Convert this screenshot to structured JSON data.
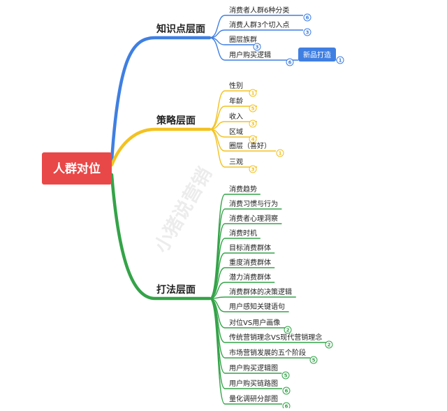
{
  "root": {
    "label": "人群对位",
    "color": "#e94848"
  },
  "watermark": "小猪说营销",
  "branches": [
    {
      "label": "知识点层面",
      "color": "#3f7fe2",
      "items": [
        {
          "label": "消费者人群6种分类",
          "badge": "6"
        },
        {
          "label": "消费人群3个切入点",
          "badge": "3"
        },
        {
          "label": "圈层族群",
          "badge": "3"
        },
        {
          "label": "用户购买逻辑",
          "badge": "6",
          "tag": {
            "label": "新品打造",
            "badge": "1"
          }
        }
      ]
    },
    {
      "label": "策略层面",
      "color": "#f3c220",
      "items": [
        {
          "label": "性别",
          "badge": "1"
        },
        {
          "label": "年龄",
          "badge": "5"
        },
        {
          "label": "收入",
          "badge": "3"
        },
        {
          "label": "区域",
          "badge": "4"
        },
        {
          "label": "圈层（喜好）",
          "badge": "1"
        },
        {
          "label": "三观",
          "badge": "3"
        }
      ]
    },
    {
      "label": "打法层面",
      "color": "#34a348",
      "items": [
        {
          "label": "消费趋势",
          "badge": ""
        },
        {
          "label": "消费习惯与行为",
          "badge": ""
        },
        {
          "label": "消费者心理洞察",
          "badge": ""
        },
        {
          "label": "消费时机",
          "badge": ""
        },
        {
          "label": "目标消费群体",
          "badge": ""
        },
        {
          "label": "重度消费群体",
          "badge": ""
        },
        {
          "label": "潜力消费群体",
          "badge": ""
        },
        {
          "label": "消费群体的决策逻辑",
          "badge": ""
        },
        {
          "label": "用户感知关键语句",
          "badge": ""
        },
        {
          "label": "对位VS用户画像",
          "badge": "2"
        },
        {
          "label": "传统营销理念VS现代营销理念",
          "badge": "2"
        },
        {
          "label": "市场营销发展的五个阶段",
          "badge": "5"
        },
        {
          "label": "用户购买逻辑图",
          "badge": "5"
        },
        {
          "label": "用户购买链路图",
          "badge": "6"
        },
        {
          "label": "量化调研分部图",
          "badge": "6"
        }
      ]
    }
  ]
}
